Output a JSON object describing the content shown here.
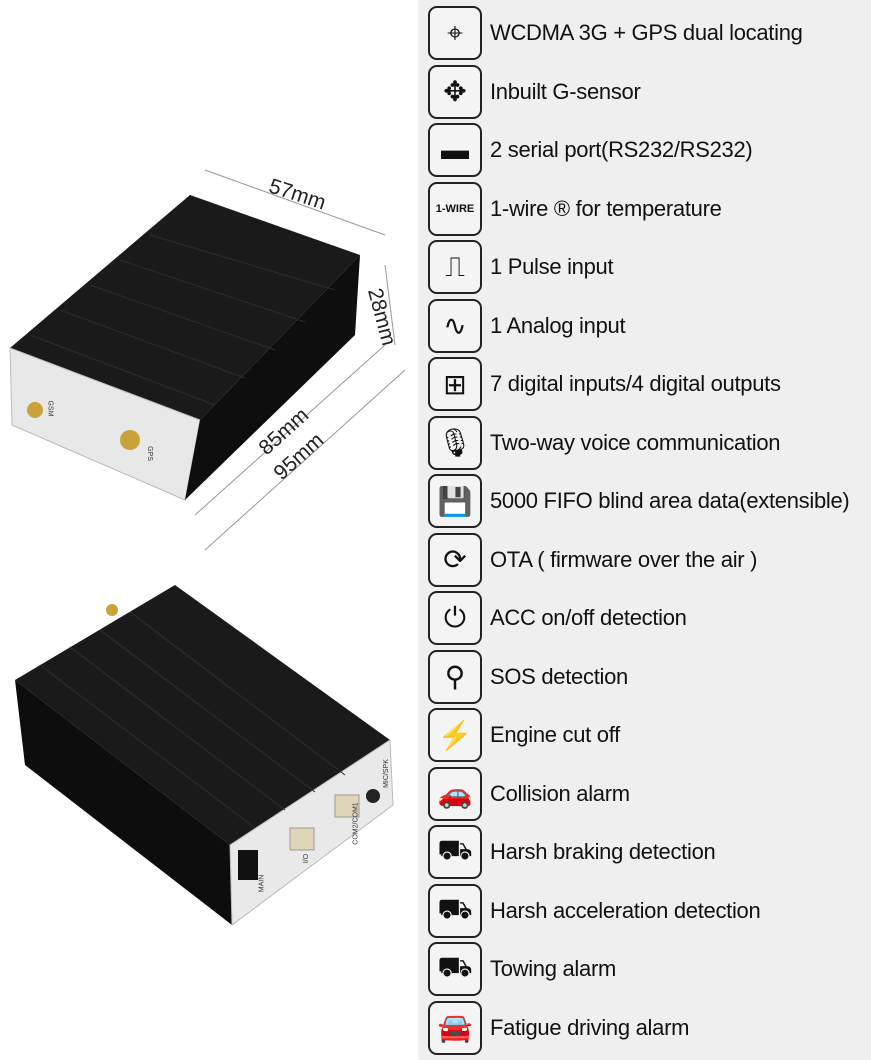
{
  "dimensions": {
    "width": "57mm",
    "height": "28mm",
    "inner_length": "85mm",
    "outer_length": "95mm"
  },
  "device_labels": {
    "gsm": "GSM",
    "gps": "GPS",
    "io": "I/O",
    "com": "COM2/COM1",
    "mic": "MIC/SPK",
    "main": "MAIN"
  },
  "features": [
    {
      "icon": "location-pin-icon",
      "glyph": "⌖",
      "label": "WCDMA 3G + GPS dual locating"
    },
    {
      "icon": "g-sensor-icon",
      "glyph": "✥",
      "label": "Inbuilt  G-sensor"
    },
    {
      "icon": "serial-port-icon",
      "glyph": "▬",
      "label": "2 serial port(RS232/RS232)"
    },
    {
      "icon": "one-wire-icon",
      "glyph": "1-WIRE",
      "label": "1-wire ® for temperature"
    },
    {
      "icon": "pulse-icon",
      "glyph": "⎍",
      "label": "1 Pulse input"
    },
    {
      "icon": "analog-wave-icon",
      "glyph": "∿",
      "label": "1 Analog input"
    },
    {
      "icon": "network-icon",
      "glyph": "⊞",
      "label": "7 digital inputs/4 digital outputs"
    },
    {
      "icon": "microphone-icon",
      "glyph": "🎙",
      "label": "Two-way voice communication"
    },
    {
      "icon": "floppy-disk-icon",
      "glyph": "💾",
      "label": "5000 FIFO blind area data(extensible)"
    },
    {
      "icon": "ota-update-icon",
      "glyph": "⟳",
      "label": "OTA ( firmware over the air )"
    },
    {
      "icon": "power-icon",
      "glyph": "⏻",
      "label": "ACC on/off detection"
    },
    {
      "icon": "sos-pin-icon",
      "glyph": "⚲",
      "label": "SOS detection"
    },
    {
      "icon": "engine-icon",
      "glyph": "⚡",
      "label": "Engine cut off"
    },
    {
      "icon": "collision-car-icon",
      "glyph": "🚗",
      "label": "Collision alarm"
    },
    {
      "icon": "braking-car-icon",
      "glyph": "⛟",
      "label": "Harsh braking detection"
    },
    {
      "icon": "acceleration-car-icon",
      "glyph": "⛟",
      "label": "Harsh acceleration detection"
    },
    {
      "icon": "tow-truck-icon",
      "glyph": "⛟",
      "label": "Towing alarm"
    },
    {
      "icon": "fatigue-car-icon",
      "glyph": "🚘",
      "label": "Fatigue driving alarm"
    }
  ]
}
